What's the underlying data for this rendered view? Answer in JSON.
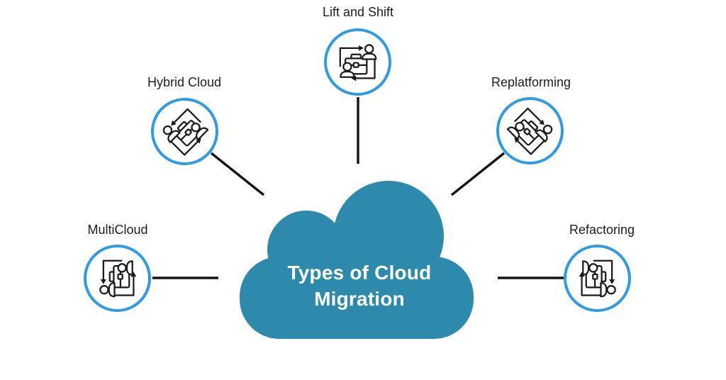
{
  "diagram": {
    "title_lines": [
      "Types of Cloud",
      "Migration"
    ],
    "nodes": [
      {
        "label": "Lift and Shift",
        "icon": "people-briefcase-transfer-icon"
      },
      {
        "label": "Hybrid Cloud",
        "icon": "people-briefcase-transfer-icon"
      },
      {
        "label": "Replatforming",
        "icon": "people-briefcase-transfer-icon"
      },
      {
        "label": "MultiCloud",
        "icon": "people-briefcase-transfer-icon"
      },
      {
        "label": "Refactoring",
        "icon": "people-briefcase-transfer-icon"
      }
    ],
    "colors": {
      "cloud_fill": "#2d8aad",
      "circle_border": "#2e9be2",
      "connector_line": "#131313",
      "label_text": "#1c1c1c",
      "title_text": "#ffffff",
      "icon_stroke": "#1a1a1a",
      "background": "#ffffff"
    }
  }
}
